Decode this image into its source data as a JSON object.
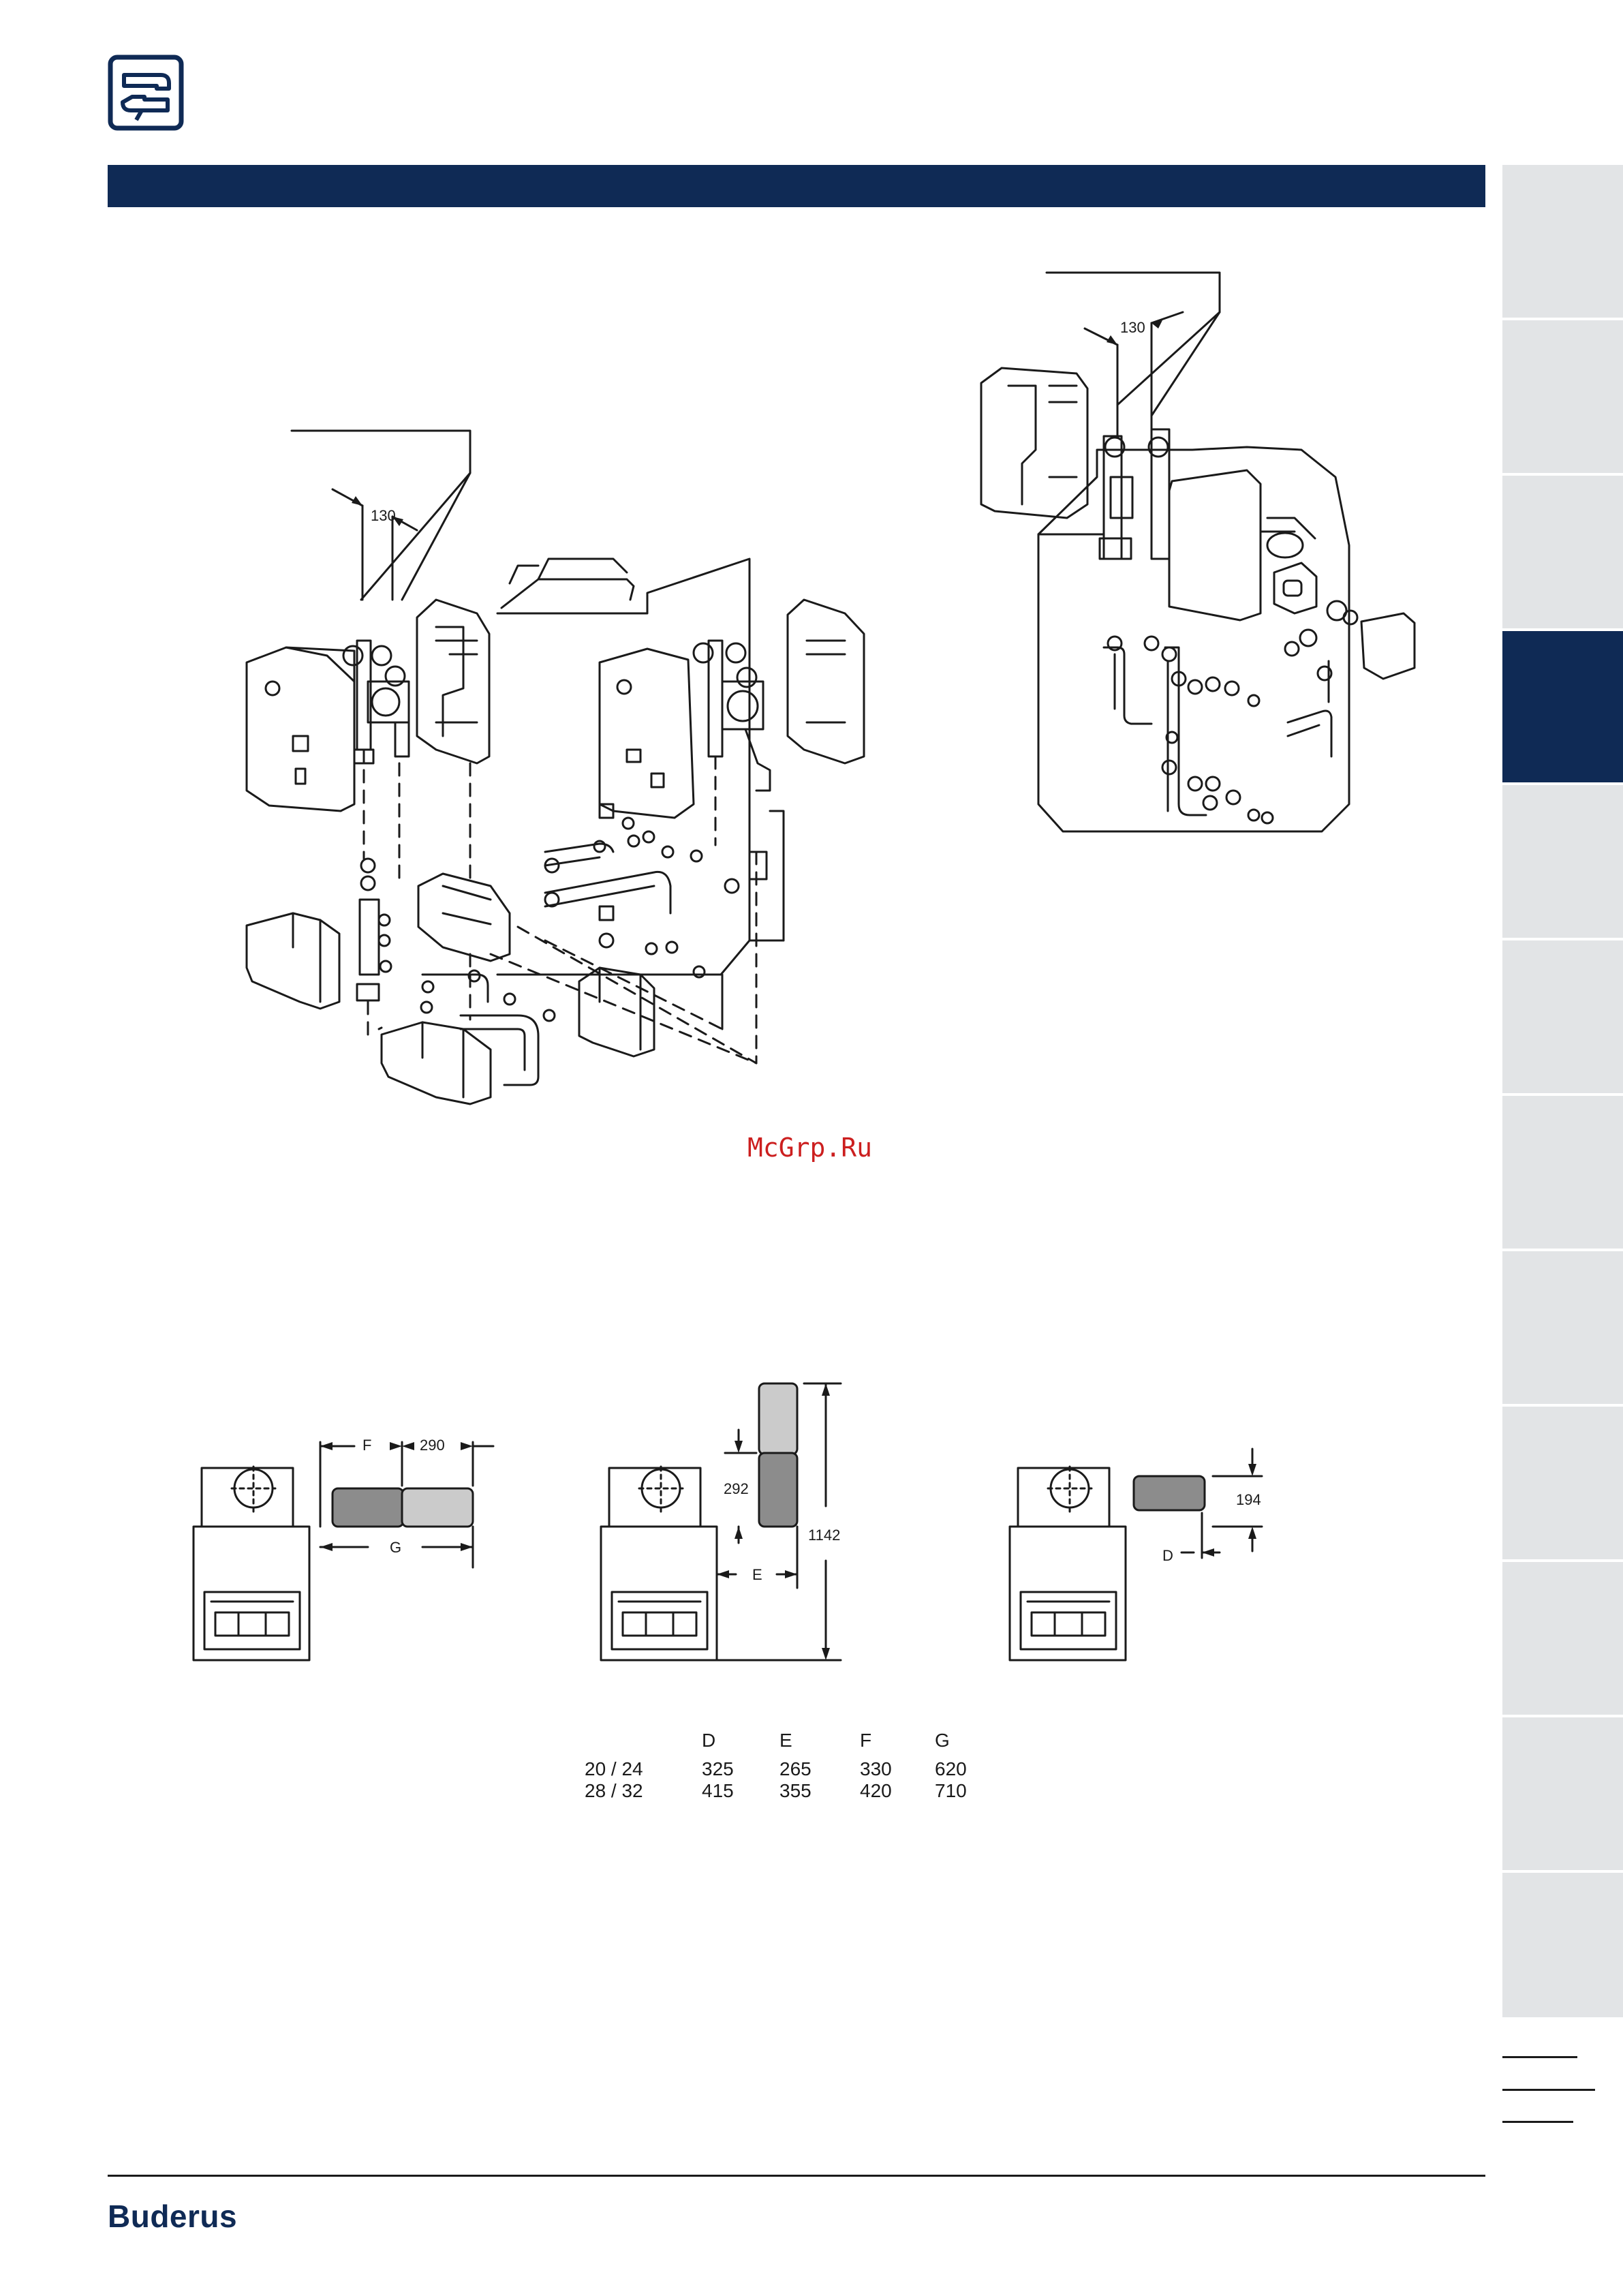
{
  "header": {
    "logo_icon": "pipe-connection-icon",
    "bar_color": "#0f2a55"
  },
  "drawings": {
    "left_assembly_dim": "130",
    "right_assembly_dim": "130"
  },
  "watermark": "McGrp.Ru",
  "floor_plans": {
    "plan_1": {
      "dim_f": "F",
      "dim_290": "290",
      "dim_g": "G"
    },
    "plan_2": {
      "dim_292": "292",
      "dim_1142": "1142",
      "dim_e": "E"
    },
    "plan_3": {
      "dim_194": "194",
      "dim_d": "D"
    }
  },
  "dimension_table": {
    "headers": [
      "",
      "D",
      "E",
      "F",
      "G"
    ],
    "rows": [
      [
        "20 / 24",
        "325",
        "265",
        "330",
        "620"
      ],
      [
        "28 / 32",
        "415",
        "355",
        "420",
        "710"
      ]
    ]
  },
  "side_tabs": {
    "count": 12,
    "active_index": 3,
    "active_color": "#0f2a55",
    "inactive_color": "#e2e4e6"
  },
  "footer": {
    "brand": "Buderus",
    "brand_color": "#0f2a55"
  }
}
